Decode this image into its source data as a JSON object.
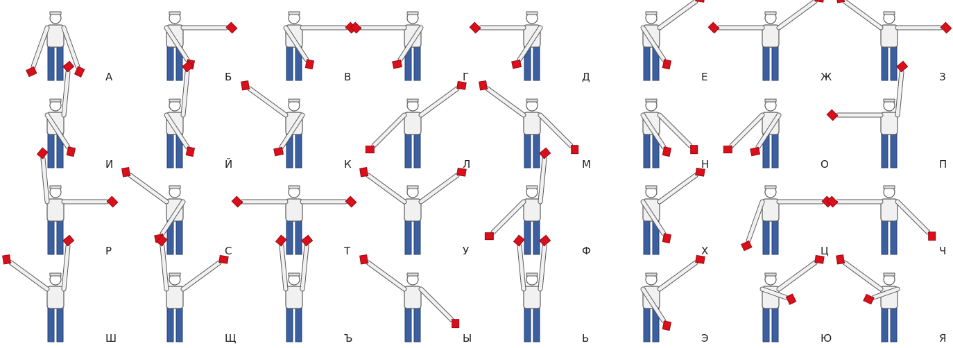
{
  "colors": {
    "flag": "#d90f1b",
    "flag_edge": "#9a0a12",
    "trousers": "#3b5fa0",
    "trousers_edge": "#24406f",
    "shirt": "#f1f1f1",
    "outline": "#5a5a5a"
  },
  "signals": [
    {
      "letter": "А",
      "left": "down-flag",
      "right": "down-flag"
    },
    {
      "letter": "Б",
      "left": "across-low",
      "right": "out-flag"
    },
    {
      "letter": "В",
      "left": "across-low",
      "right": "out-flag"
    },
    {
      "letter": "Г",
      "left": "out-flag",
      "right": "across-low"
    },
    {
      "letter": "Д",
      "left": "out-flag",
      "right": "across-low"
    },
    {
      "letter": "Е",
      "left": "across-low",
      "right": "up-diag-flag"
    },
    {
      "letter": "Ж",
      "left": "out-flag",
      "right": "up-diag-flag"
    },
    {
      "letter": "З",
      "left": "up-diag-flag",
      "right": "out-flag"
    },
    {
      "letter": "И",
      "left": "across-low",
      "right": "up-flag"
    },
    {
      "letter": "Й",
      "left": "across-low",
      "right": "up-flag"
    },
    {
      "letter": "К",
      "left": "up-diag-flag",
      "right": "across-low"
    },
    {
      "letter": "Л",
      "left": "down-diag-flag",
      "right": "up-diag-flag"
    },
    {
      "letter": "М",
      "left": "up-diag-flag",
      "right": "down-diag-flag"
    },
    {
      "letter": "Н",
      "left": "across-low",
      "right": "down-diag-flag"
    },
    {
      "letter": "О",
      "left": "down-diag-flag",
      "right": "across-low"
    },
    {
      "letter": "П",
      "left": "out-flag",
      "right": "up-flag"
    },
    {
      "letter": "Р",
      "left": "up-flag",
      "right": "out-flag"
    },
    {
      "letter": "С",
      "left": "up-diag-flag",
      "right": "across-low"
    },
    {
      "letter": "Т",
      "left": "out-flag",
      "right": "out-flag"
    },
    {
      "letter": "У",
      "left": "up-diag-flag",
      "right": "up-diag-flag"
    },
    {
      "letter": "Ф",
      "left": "down-diag-flag",
      "right": "up-flag"
    },
    {
      "letter": "Х",
      "left": "across-low",
      "right": "up-diag-flag"
    },
    {
      "letter": "Ц",
      "left": "down-flag",
      "right": "out-flag"
    },
    {
      "letter": "Ч",
      "left": "out-flag",
      "right": "down-diag-flag"
    },
    {
      "letter": "Ш",
      "left": "up-diag-flag",
      "right": "up-flag"
    },
    {
      "letter": "Щ",
      "left": "up-flag",
      "right": "up-diag-flag"
    },
    {
      "letter": "Ъ",
      "left": "up-flag",
      "right": "up-flag"
    },
    {
      "letter": "Ы",
      "left": "up-diag-flag",
      "right": "down-diag-flag"
    },
    {
      "letter": "Ь",
      "left": "up-flag",
      "right": "up-flag"
    },
    {
      "letter": "Э",
      "left": "across-low",
      "right": "up-diag-flag"
    },
    {
      "letter": "Ю",
      "left": "across-mid",
      "right": "up-diag-flag"
    },
    {
      "letter": "Я",
      "left": "up-diag-flag",
      "right": "across-mid"
    }
  ]
}
